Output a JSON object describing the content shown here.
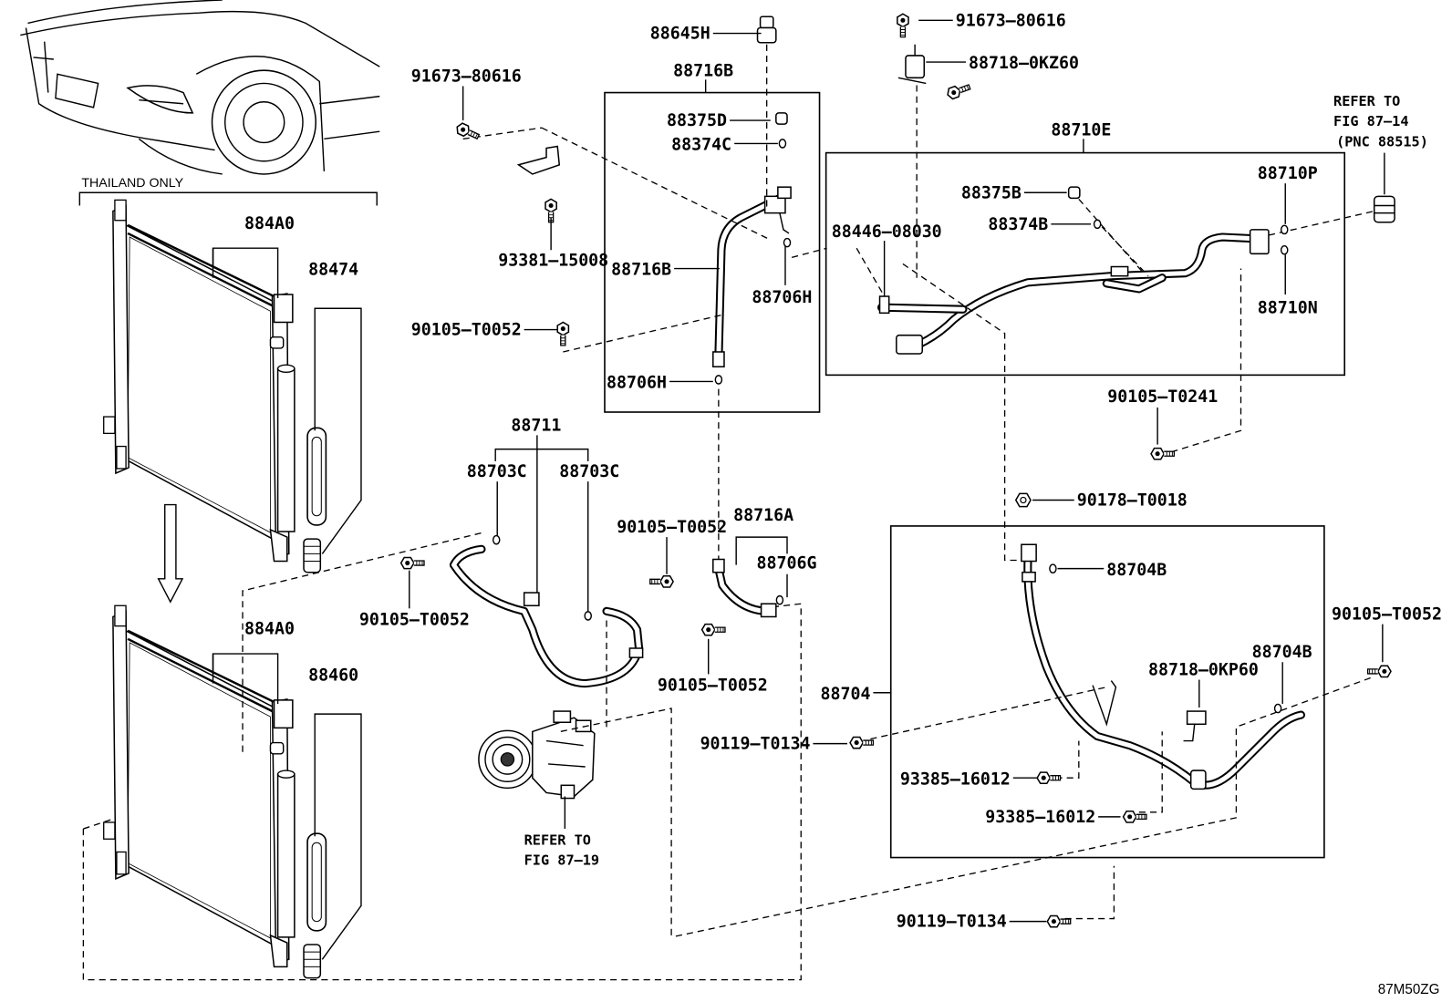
{
  "labels": {
    "p88645H": "88645H",
    "p91673_80616_top": "91673–80616",
    "p88718_0KZ60": "88718–0KZ60",
    "p88716B_box": "88716B",
    "p91673_80616_left": "91673–80616",
    "p88375D": "88375D",
    "p88374C": "88374C",
    "p88710E": "88710E",
    "p88710P": "88710P",
    "p88375B": "88375B",
    "p88374B": "88374B",
    "p88446_08030": "88446–08030",
    "p884A0_upper": "884A0",
    "p88474": "88474",
    "p93381_15008": "93381–15008",
    "p88716B_pipe": "88716B",
    "p88706H_upper": "88706H",
    "p88710N": "88710N",
    "p90105_T0052_a": "90105–T0052",
    "p88706H_lower": "88706H",
    "p90105_T0241": "90105–T0241",
    "p88711": "88711",
    "p88703C_left": "88703C",
    "p88703C_right": "88703C",
    "p90178_T0018": "90178–T0018",
    "p88716A": "88716A",
    "p90105_T0052_b": "90105–T0052",
    "p88706G": "88706G",
    "p88704B_upper": "88704B",
    "p90105_T0052_c": "90105–T0052",
    "p90105_T0052_d": "90105–T0052",
    "p884A0_lower": "884A0",
    "p88704B_lower": "88704B",
    "p88460": "88460",
    "p88718_0KP60": "88718–0KP60",
    "p90105_T0052_e": "90105–T0052",
    "p88704": "88704",
    "p90119_T0134_a": "90119–T0134",
    "p93385_16012_a": "93385–16012",
    "p93385_16012_b": "93385–16012",
    "p90119_T0134_b": "90119–T0134"
  },
  "notes": {
    "thailand_only": "THAILAND ONLY",
    "refer_87_14": [
      "REFER TO",
      "FIG 87–14",
      "(PNC 88515)"
    ],
    "refer_87_19": [
      "REFER TO",
      "FIG 87–19"
    ],
    "figure_code": "87M50ZG"
  }
}
